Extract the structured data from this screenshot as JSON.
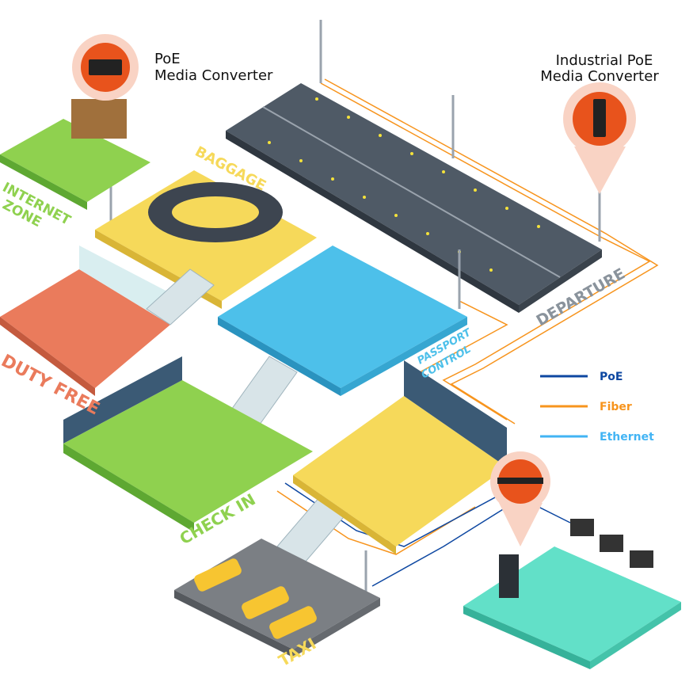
{
  "callouts": [
    {
      "line1": "PoE",
      "line2": "Media Converter"
    },
    {
      "line1": "Industrial PoE",
      "line2": "Media Converter"
    }
  ],
  "zones": {
    "internet_1": "INTERNET",
    "internet_2": "ZONE",
    "baggage": "BAGGAGE",
    "duty_free": "DUTY FREE",
    "passport_1": "PASSPORT",
    "passport_2": "CONTROL",
    "departure": "DEPARTURE",
    "check_in": "CHECK IN",
    "taxi": "TAXI"
  },
  "legend": [
    {
      "label": "PoE",
      "color": "#0d47a1"
    },
    {
      "label": "Fiber",
      "color": "#f7941d"
    },
    {
      "label": "Ethernet",
      "color": "#42b4f4"
    }
  ]
}
